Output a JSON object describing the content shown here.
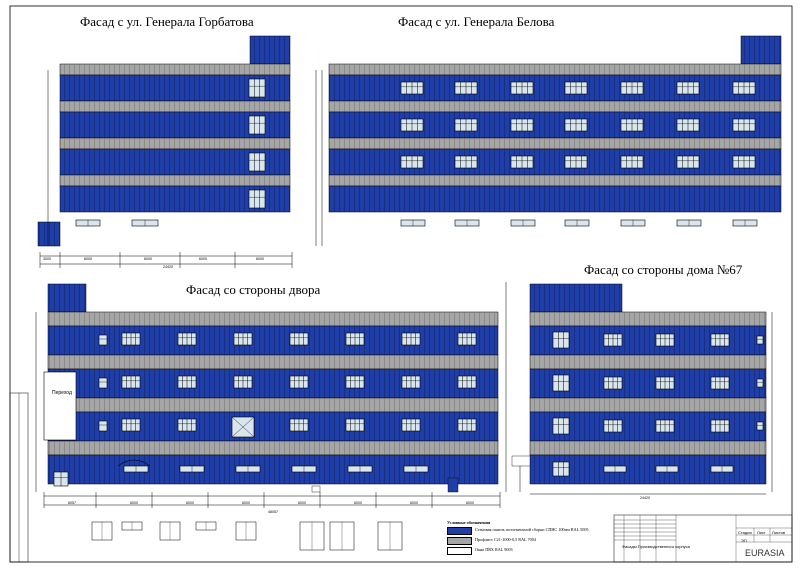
{
  "titles": {
    "facade_gorbatova": "Фасад с ул. Генерала Горбатова",
    "facade_belova": "Фасад с ул. Генерала Белова",
    "facade_yard": "Фасад со стороны двора",
    "facade_house67": "Фасад со стороны дома №67"
  },
  "labels": {
    "passage": "Переход"
  },
  "dimensions": {
    "gorbatova_bottom": [
      "3000",
      "6000",
      "6000",
      "6000",
      "6000"
    ],
    "gorbatova_total": "24420",
    "yard_bottom": [
      "6057",
      "6000",
      "6000",
      "6000",
      "6000",
      "6000",
      "6000",
      "6000"
    ],
    "yard_total": "48057",
    "house67_total": "24420"
  },
  "legend": {
    "heading": "Условные обозначения",
    "items": [
      {
        "text": "Стеновая панель поэлементной сборки СПНС 100мм RAL 5005",
        "color": "#1f3ea8"
      },
      {
        "text": "Профлист С21-1000-0,5 RAL 7004",
        "color": "#a6a6a6"
      },
      {
        "text": "Окна ПВХ RAL 9003",
        "color": "#ffffff"
      }
    ]
  },
  "stamp": {
    "drawing_name": "Фасады Производственного корпуса",
    "stage": "ЭП",
    "company": "EURASIA",
    "headers": [
      "Стадия",
      "Лист",
      "Листов"
    ]
  },
  "colors": {
    "blue_panel": "#1f3ea8",
    "grey_band": "#a6a6a6",
    "window": "#d9e6ee"
  }
}
